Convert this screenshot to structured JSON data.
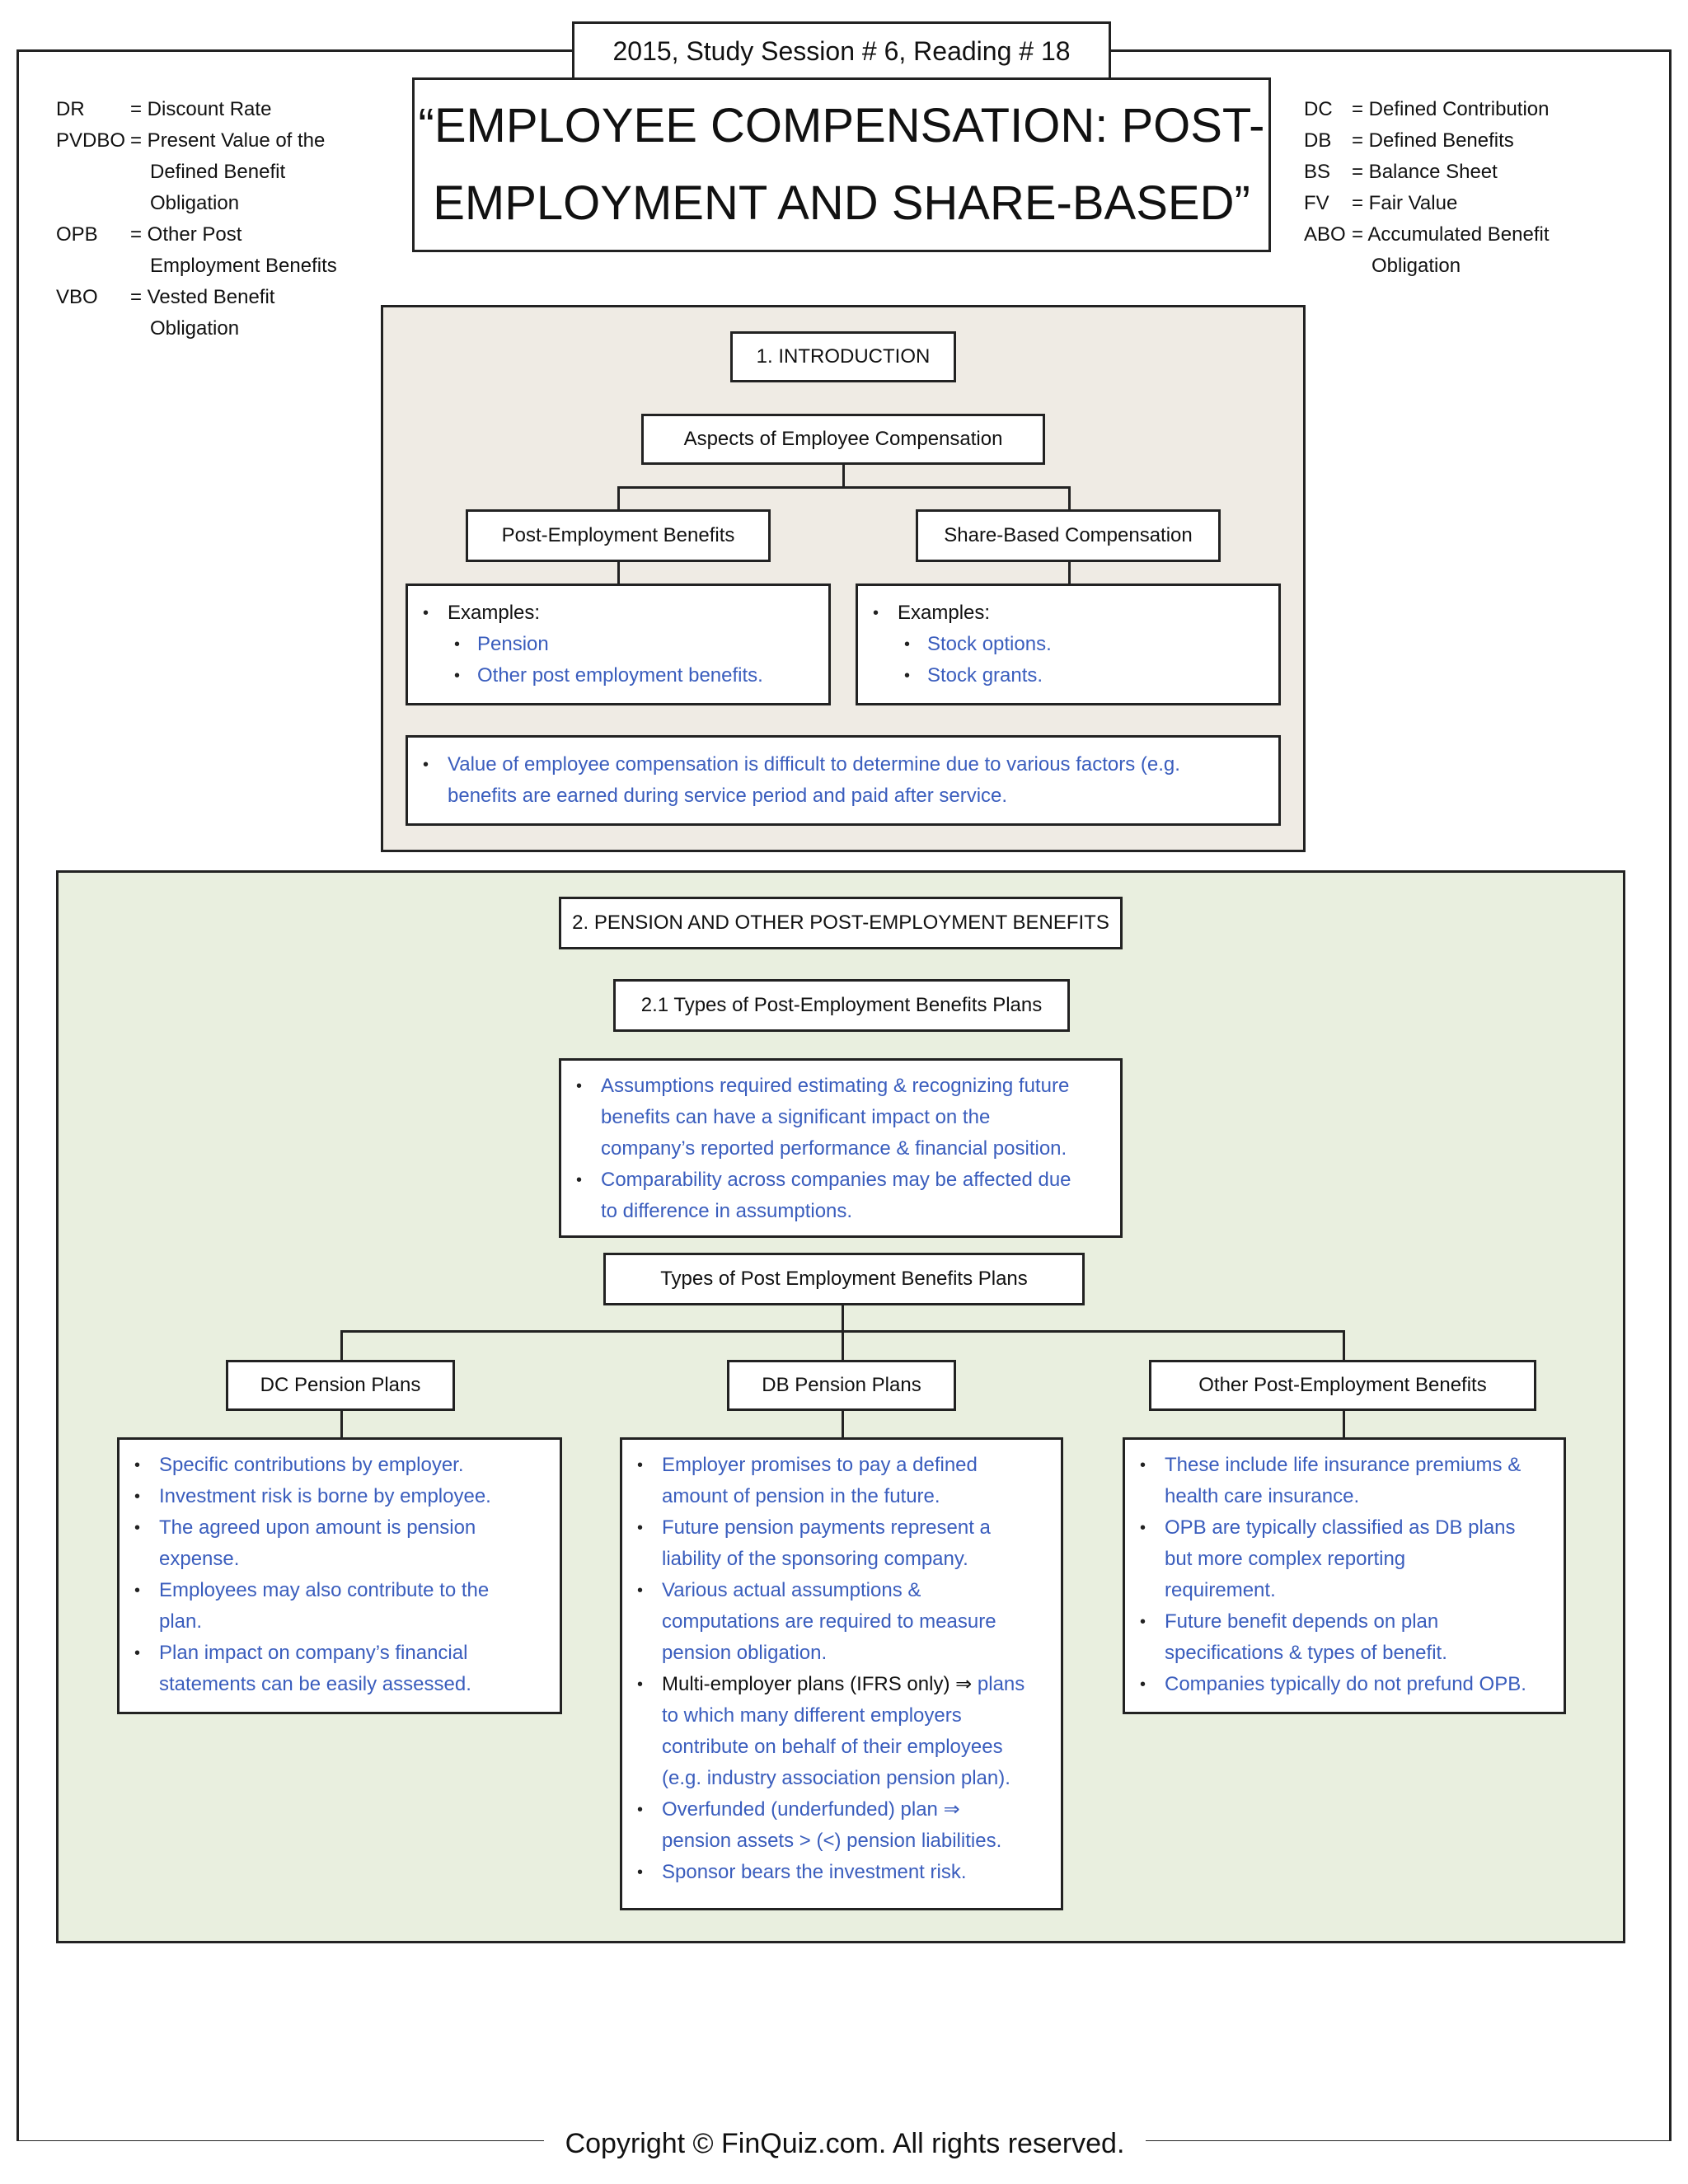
{
  "header": {
    "session_tab": "2015, Study Session # 6, Reading # 18",
    "title_line1": "“EMPLOYEE COMPENSATION: POST-",
    "title_line2": "EMPLOYMENT AND SHARE-BASED”"
  },
  "legend_left": [
    {
      "abbr": "DR",
      "def_lines": [
        "= Discount Rate"
      ]
    },
    {
      "abbr": "PVDBO",
      "def_lines": [
        "= Present Value of the",
        "Defined Benefit",
        "Obligation"
      ]
    },
    {
      "abbr": "OPB",
      "def_lines": [
        "= Other Post",
        "Employment Benefits"
      ]
    },
    {
      "abbr": "VBO",
      "def_lines": [
        "= Vested Benefit",
        "Obligation"
      ]
    }
  ],
  "legend_right": [
    {
      "abbr": "DC",
      "def_lines": [
        "= Defined Contribution"
      ]
    },
    {
      "abbr": "DB",
      "def_lines": [
        "= Defined Benefits"
      ]
    },
    {
      "abbr": "BS",
      "def_lines": [
        "= Balance Sheet"
      ]
    },
    {
      "abbr": "FV",
      "def_lines": [
        "= Fair Value"
      ]
    },
    {
      "abbr": "ABO",
      "def_lines": [
        "= Accumulated Benefit",
        "Obligation"
      ]
    }
  ],
  "intro": {
    "heading": "1. INTRODUCTION",
    "aspects": "Aspects of Employee Compensation",
    "post_employment": "Post-Employment Benefits",
    "share_based": "Share-Based Compensation",
    "examples_label": "Examples:",
    "post_examples": [
      "Pension",
      "Other post employment benefits."
    ],
    "share_examples": [
      "Stock options.",
      "Stock grants."
    ],
    "note_line1": "Value of employee compensation is difficult to determine due to various factors (e.g.",
    "note_line2": "benefits are earned during service period and paid after service."
  },
  "pension": {
    "heading": "2. PENSION AND OTHER POST-EMPLOYMENT BENEFITS",
    "subheading": "2.1 Types of Post-Employment Benefits Plans",
    "assumptions": [
      [
        "Assumptions required estimating & recognizing future",
        "benefits can have a significant impact on the",
        "company’s reported performance & financial position."
      ],
      [
        "Comparability across companies may be affected due",
        "to difference in assumptions."
      ]
    ],
    "types_title": "Types of Post Employment Benefits Plans",
    "dc_title": "DC Pension Plans",
    "db_title": "DB Pension Plans",
    "other_title": "Other Post-Employment Benefits",
    "dc_points": [
      [
        "Specific contributions by employer."
      ],
      [
        "Investment risk is borne by employee."
      ],
      [
        "The agreed upon amount is pension",
        "expense."
      ],
      [
        "Employees may also contribute to the",
        "plan."
      ],
      [
        "Plan impact on company’s financial",
        "statements can be easily assessed."
      ]
    ],
    "db_points_a": [
      [
        "Employer promises to pay a defined",
        "amount of pension in the future."
      ],
      [
        "Future pension payments represent a",
        "liability of the sponsoring company."
      ],
      [
        "Various actual assumptions &",
        "computations are required to measure",
        "pension obligation."
      ]
    ],
    "db_multi_black": "Multi-employer plans (IFRS only) ⇒",
    "db_multi_blue_first": " plans",
    "db_multi_rest": [
      "to which many different employers",
      "contribute on behalf of their employees",
      "(e.g. industry association pension plan)."
    ],
    "db_points_b": [
      [
        "Overfunded (underfunded) plan ⇒",
        "pension assets > (<) pension liabilities."
      ],
      [
        "Sponsor bears the investment risk."
      ]
    ],
    "other_points": [
      [
        "These include life insurance premiums &",
        "health care insurance."
      ],
      [
        "OPB are typically classified as DB plans",
        "but more complex reporting",
        "requirement."
      ],
      [
        "Future benefit depends on plan",
        "specifications & types of benefit."
      ],
      [
        "Companies typically do not prefund OPB."
      ]
    ]
  },
  "footer": {
    "copyright": "Copyright © FinQuiz.com. All rights reserved."
  },
  "colors": {
    "intro_bg": "#efebe4",
    "pension_bg": "#e9efdf",
    "blue_text": "#3a5dbd"
  }
}
